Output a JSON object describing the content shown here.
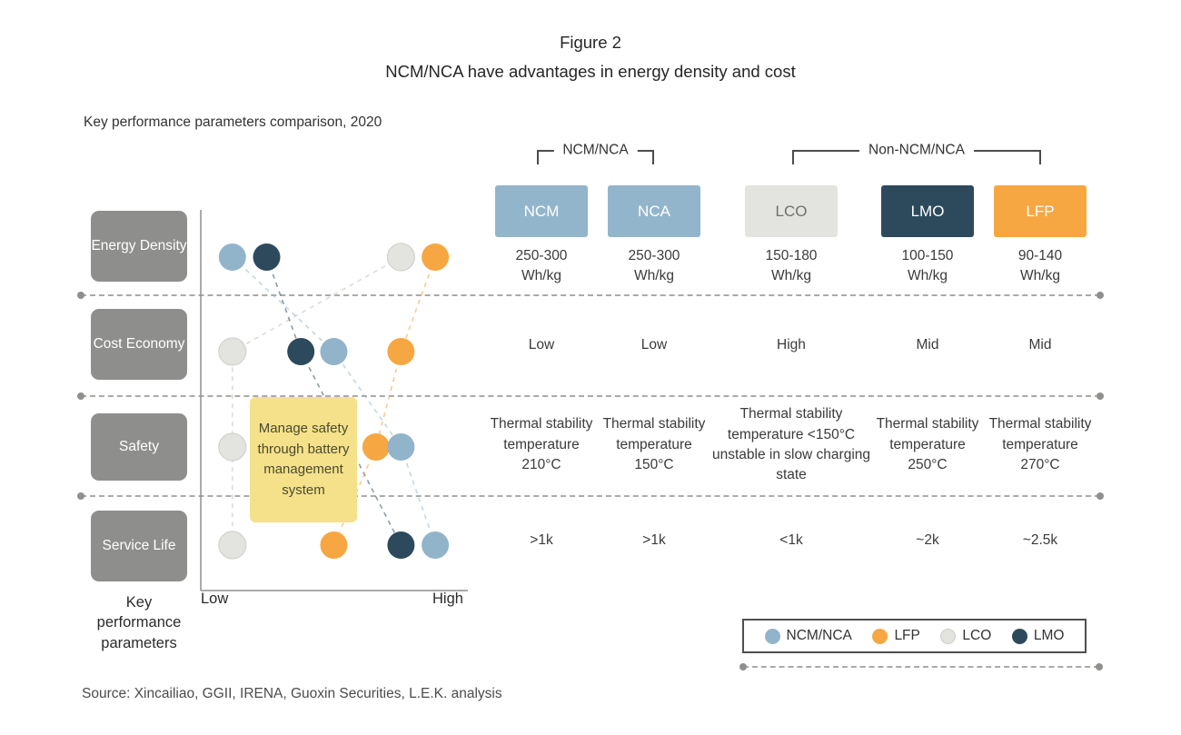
{
  "figure": {
    "label": "Figure 2",
    "title": "NCM/NCA have advantages in energy density and cost",
    "subtitle": "Key performance parameters comparison, 2020",
    "source": "Source: Xincailiao, GGII, IRENA, Guoxin Securities, L.E.K. analysis",
    "axis_caption": "Key performance parameters"
  },
  "groups": {
    "ncm_nca": "NCM/NCA",
    "non_ncm_nca": "Non-NCM/NCA"
  },
  "columns": [
    {
      "label": "NCM",
      "bg": "#93b5cb",
      "fg": "#ffffff"
    },
    {
      "label": "NCA",
      "bg": "#93b5cb",
      "fg": "#ffffff"
    },
    {
      "label": "LCO",
      "bg": "#e3e3e0",
      "fg": "#6f6f6d"
    },
    {
      "label": "LMO",
      "bg": "#2d4a5c",
      "fg": "#ffffff"
    },
    {
      "label": "LFP",
      "bg": "#f7a742",
      "fg": "#ffffff"
    }
  ],
  "table": {
    "energy_density": {
      "unit": "Wh/kg",
      "values": [
        "250-300",
        "250-300",
        "150-180",
        "100-150",
        "90-140"
      ]
    },
    "cost_economy": {
      "values": [
        "Low",
        "Low",
        "High",
        "Mid",
        "Mid"
      ]
    },
    "safety": {
      "values": [
        "Thermal stability temperature 210°C",
        "Thermal stability temperature 150°C",
        "Thermal stability temperature <150°C unstable in slow charging state",
        "Thermal stability temperature 250°C",
        "Thermal stability temperature 270°C"
      ]
    },
    "service_life": {
      "values": [
        ">1k",
        ">1k",
        "<1k",
        "~2k",
        "~2.5k"
      ]
    }
  },
  "chart_data": {
    "type": "scatter",
    "title": "Key performance parameters comparison, 2020",
    "x_low": "Low",
    "x_high": "High",
    "rows": [
      "Energy Density",
      "Cost Economy",
      "Safety",
      "Service Life"
    ],
    "annotation": "Manage safety through battery management system",
    "series": [
      {
        "name": "LCO",
        "color": "#e3e3e0",
        "dot_stroke": "#d2d2cd",
        "line_color": "#d8d8d3",
        "line_opacity": 0.9,
        "x": [
          0.76,
          0.12,
          0.12,
          0.12
        ]
      },
      {
        "name": "LMO",
        "color": "#2d4a5c",
        "line_opacity": 0.55,
        "x": [
          0.25,
          0.38,
          null,
          0.76
        ]
      },
      {
        "name": "LFP",
        "color": "#f7a742",
        "line_opacity": 0.6,
        "x": [
          0.89,
          0.76,
          0.665,
          0.505
        ]
      },
      {
        "name": "NCM/NCA",
        "color": "#92b4cb",
        "line_opacity": 0.55,
        "x": [
          0.12,
          0.505,
          0.76,
          0.89
        ]
      }
    ]
  },
  "legend": {
    "items": [
      {
        "label": "NCM/NCA",
        "color": "#92b4cb"
      },
      {
        "label": "LFP",
        "color": "#f7a742"
      },
      {
        "label": "LCO",
        "color": "#e3e3e0"
      },
      {
        "label": "LMO",
        "color": "#2d4a5c"
      }
    ]
  }
}
